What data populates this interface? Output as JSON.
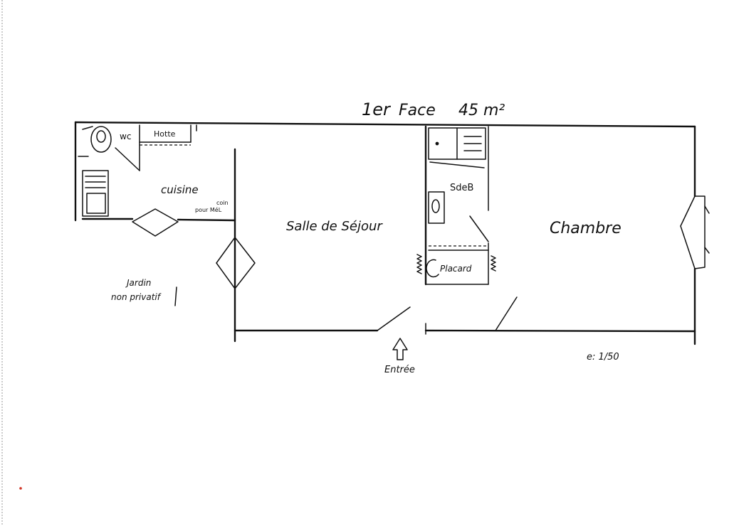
{
  "title": {
    "level": "1er",
    "label": "Face",
    "area": "45 m²"
  },
  "rooms": {
    "wc": "wc",
    "hotte": "Hotte",
    "cuisine": "cuisine",
    "coin_top": "coin",
    "coin_bottom": "pour MéL",
    "sejour": "Salle de Séjour",
    "sdeb": "SdeB",
    "placard": "Placard",
    "chambre": "Chambre",
    "jardin_1": "Jardin",
    "jardin_2": "non privatif"
  },
  "entree": "Entrée",
  "scale": "e: 1/50",
  "colors": {
    "ink": "#111111",
    "paper": "#ffffff"
  }
}
